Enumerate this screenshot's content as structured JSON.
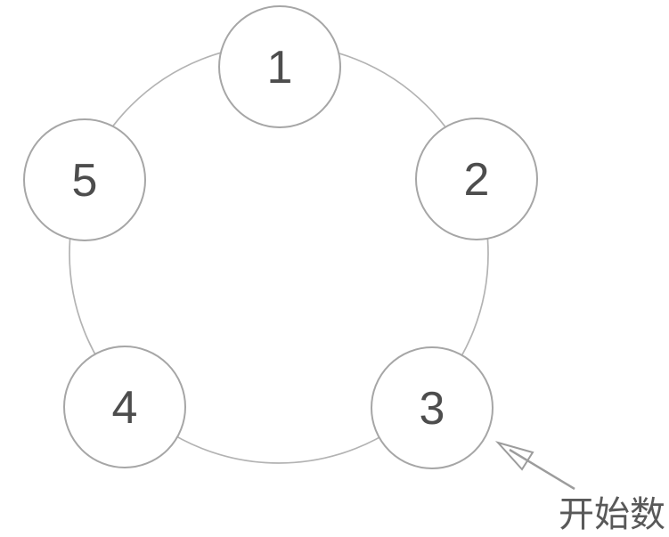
{
  "diagram": {
    "title": "counting-circle",
    "background_color": "#ffffff",
    "ring_color": "#b3b3b3",
    "node_stroke_color": "#a6a6a6",
    "node_fill_color": "#ffffff",
    "number_color": "#4d4d4d",
    "arrow_color": "#9c9c9c",
    "label_color": "#595959",
    "nodes": [
      {
        "label": "1"
      },
      {
        "label": "2"
      },
      {
        "label": "3"
      },
      {
        "label": "4"
      },
      {
        "label": "5"
      }
    ],
    "annotation": {
      "label": "开始数",
      "target_node": "3"
    }
  }
}
